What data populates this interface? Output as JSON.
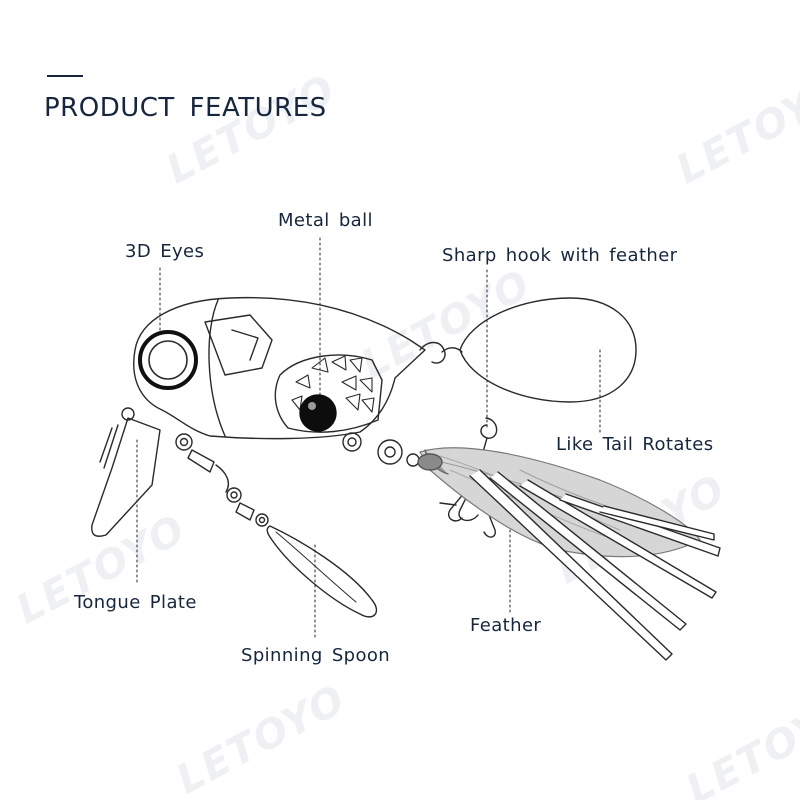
{
  "header": {
    "title": "PRODUCT FEATURES"
  },
  "watermark": {
    "text": "LETOYO"
  },
  "labels": {
    "metal_ball": "Metal ball",
    "eyes": "3D Eyes",
    "sharp_hook": "Sharp hook with feather",
    "tail": "Like Tail Rotates",
    "tongue": "Tongue Plate",
    "feather": "Feather",
    "spoon": "Spinning Spoon"
  },
  "colors": {
    "text": "#16263d",
    "outline": "#2a2a2a",
    "watermark": "#eef0f3",
    "feather": "#bdbdbd"
  }
}
